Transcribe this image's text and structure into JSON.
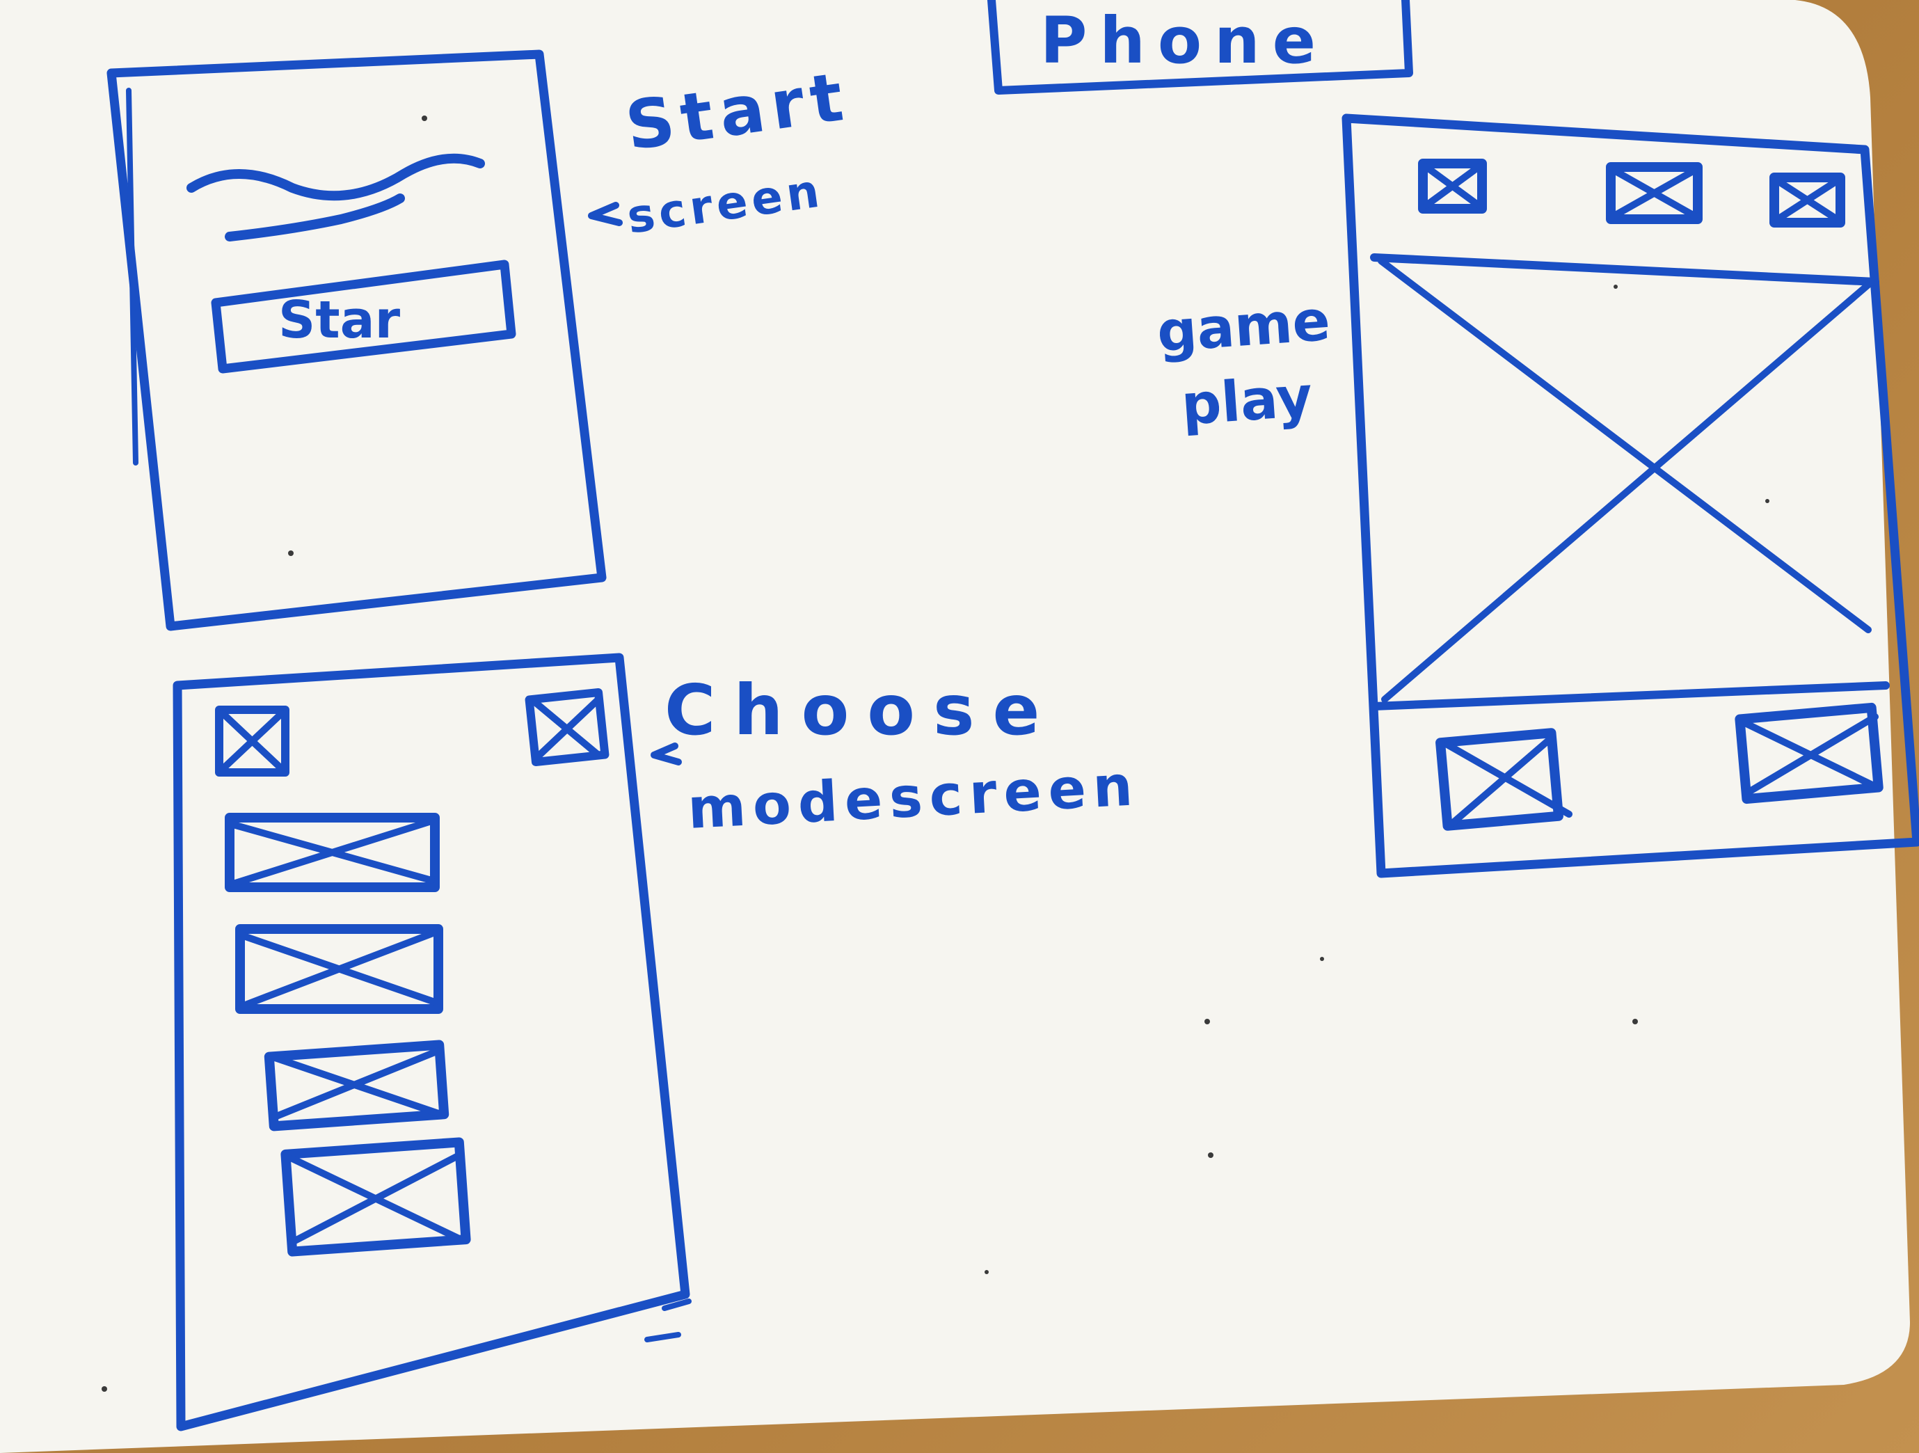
{
  "labels": {
    "phone": "Phone",
    "start_screen_line1": "Start",
    "start_screen_line2": "screen",
    "start_button": "Star",
    "choose_line1": "Choose",
    "choose_line2": "modescreen",
    "gameplay_line1": "game",
    "gameplay_line2": "play"
  },
  "colors": {
    "marker": "#1a4fc4",
    "board": "#f6f5f0",
    "table": "#b9894a"
  }
}
